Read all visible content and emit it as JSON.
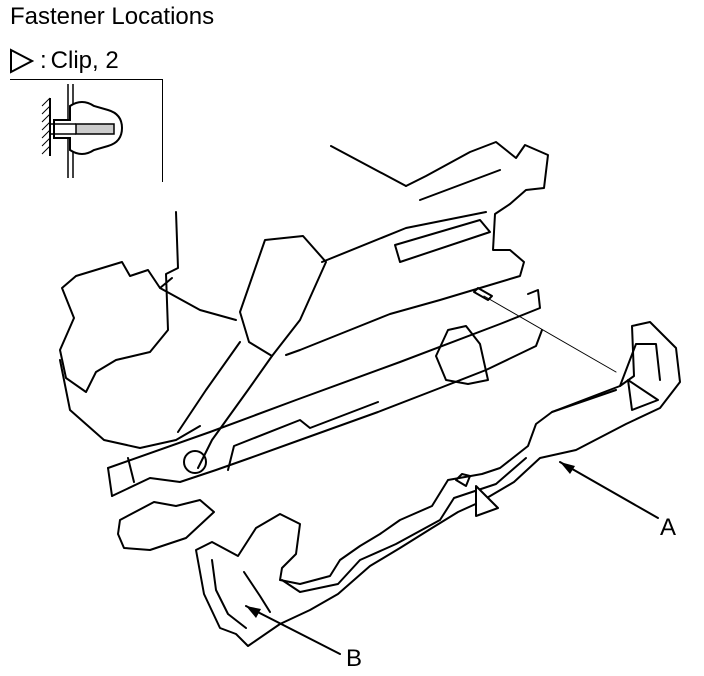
{
  "title": "Fastener Locations",
  "legend": {
    "icon": "clip-triangle-icon",
    "separator": ":",
    "label": "Clip, 2"
  },
  "callouts": {
    "a": "A",
    "b": "B"
  },
  "colors": {
    "line": "#000000",
    "background": "#ffffff"
  }
}
